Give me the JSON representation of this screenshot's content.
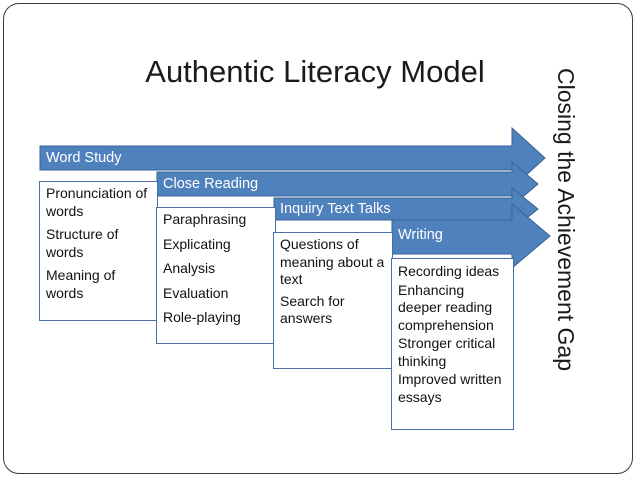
{
  "title": "Authentic Literacy Model",
  "side_title": "Closing the Achievement Gap",
  "colors": {
    "band": "#4f81bd",
    "band_dark": "#3a6399",
    "box_border": "#4a6fa3"
  },
  "stages": [
    {
      "label": "Word Study",
      "items": [
        "Pronunciation of words",
        "Structure of words",
        "Meaning of words"
      ]
    },
    {
      "label": "Close Reading",
      "items": [
        "Paraphrasing",
        "Explicating",
        "Analysis",
        "Evaluation",
        "Role-playing"
      ]
    },
    {
      "label": "Inquiry Text Talks",
      "items": [
        "Questions of meaning about a text",
        "Search for answers"
      ]
    },
    {
      "label": "Writing",
      "items": [
        "Recording ideas",
        "Enhancing deeper reading comprehension",
        "Stronger critical thinking",
        "Improved written essays"
      ]
    }
  ]
}
